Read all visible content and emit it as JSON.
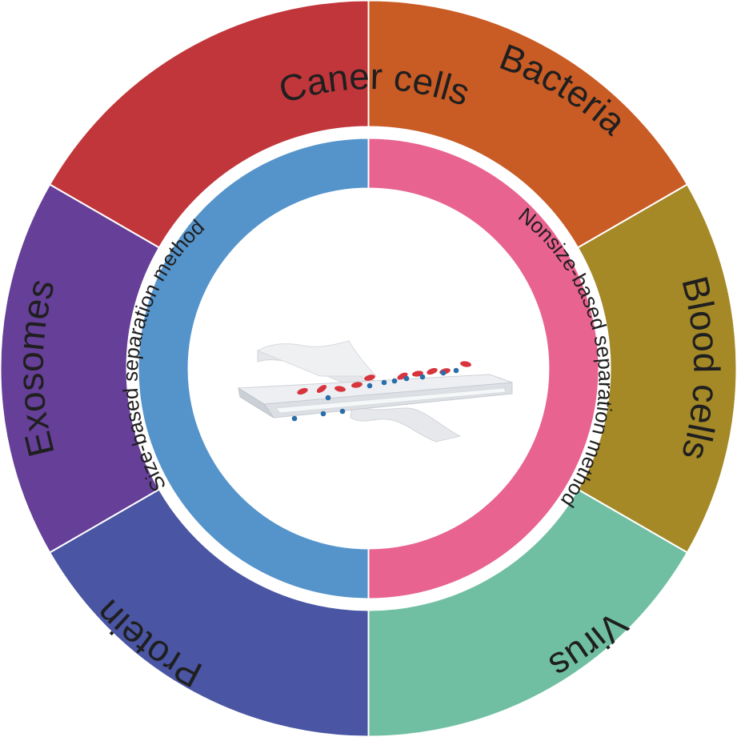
{
  "outer_ring": {
    "segments": [
      {
        "id": "cancer-cells",
        "label": "Caner cells",
        "color": "#C1363A"
      },
      {
        "id": "bacteria",
        "label": "Bacteria",
        "color": "#C95B24"
      },
      {
        "id": "blood-cells",
        "label": "Blood cells",
        "color": "#A58927"
      },
      {
        "id": "virus",
        "label": "Virus",
        "color": "#70BFA3"
      },
      {
        "id": "protein",
        "label": "Protein",
        "color": "#4A55A3"
      },
      {
        "id": "exosomes",
        "label": "Exosomes",
        "color": "#663F98"
      }
    ]
  },
  "inner_ring": {
    "segments": [
      {
        "id": "size-based",
        "label": "Size-based separation method",
        "color": "#5594CB"
      },
      {
        "id": "nonsize-based",
        "label": "Nonsize-based separation method",
        "color": "#E8638F"
      }
    ]
  },
  "center": {
    "icon": "microfluidic-channel-icon",
    "colors": {
      "channel": "#E9EBEE",
      "red_cells": "#D7343E",
      "blue_particles": "#2A6EA9"
    }
  }
}
